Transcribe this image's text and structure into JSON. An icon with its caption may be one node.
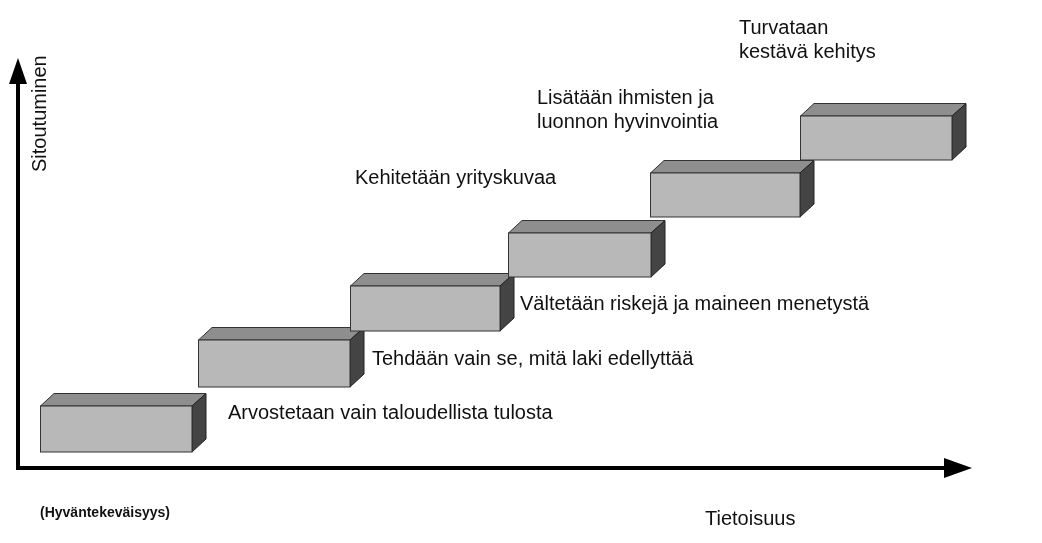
{
  "diagram": {
    "nodes": [
      {
        "text": [],
        "shape": "box",
        "beside": [
          "Arvostetaan vain taloudellista tulosta"
        ]
      },
      {
        "text": [],
        "shape": "box",
        "beside": [
          "Tehdään vain se, mitä laki edellyttää"
        ]
      },
      {
        "text": [],
        "shape": "box",
        "beside": [
          "Vältetään riskejä ja maineen menetystä"
        ]
      },
      {
        "text": [],
        "shape": "box",
        "beside": [
          "Kehitetään yrityskuvaa"
        ]
      },
      {
        "text": [],
        "shape": "box",
        "beside": [
          "Lisätään ihmisten ja luonnon hyvinvointia"
        ]
      },
      {
        "text": [],
        "shape": "box",
        "beside": [
          "Turvataan kestävä kehitys"
        ]
      }
    ],
    "labels": [
      "Sitoutuminen",
      "(Hyväntekeväisyys)",
      "Tietoisuus"
    ]
  }
}
